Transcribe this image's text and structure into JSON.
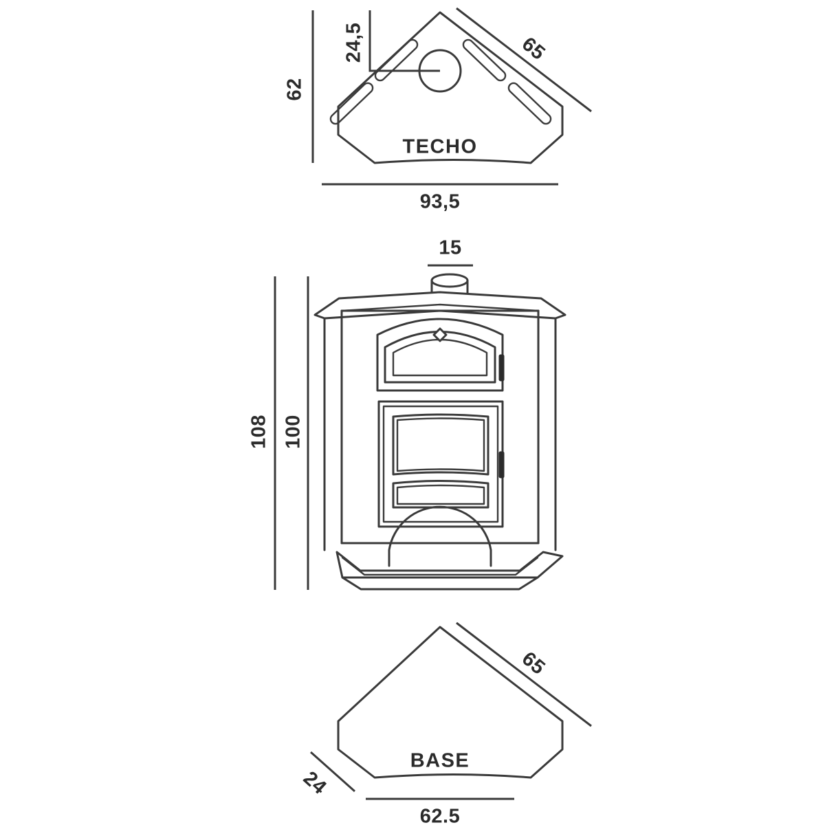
{
  "drawing": {
    "title": "Corner wood stove dimensioned drawing",
    "units_note": "",
    "line_color": "#3a3a3a",
    "text_color": "#2b2b2b",
    "background": "#ffffff"
  },
  "views": {
    "top": {
      "label": "TECHO",
      "dimensions": {
        "depth_total": "62",
        "front_offset": "24,5",
        "side_length": "65",
        "width_total": "93,5"
      }
    },
    "front": {
      "label": "",
      "dimensions": {
        "flue_diameter": "15",
        "height_total": "108",
        "height_body": "100"
      }
    },
    "bottom": {
      "label": "BASE",
      "dimensions": {
        "side_length": "65",
        "chamfer": "24",
        "width_total": "62.5"
      }
    }
  },
  "icons": {
    "flue_circle": "circle-outline-icon",
    "door_knob": "knob-icon",
    "door_handle": "handle-icon"
  }
}
